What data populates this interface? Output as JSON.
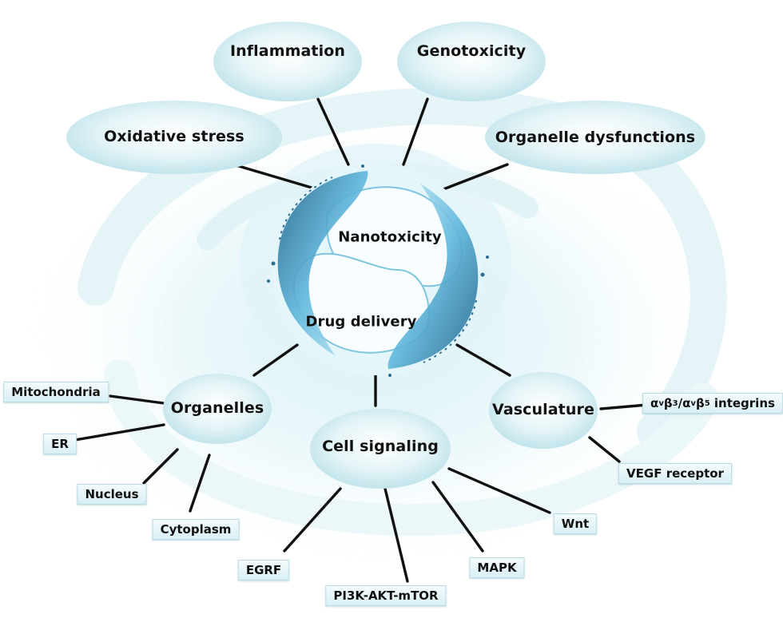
{
  "colors": {
    "bubble": "#d8eef3",
    "swirl": "#e6f5f8",
    "line": "#111111",
    "water_dark": "#2a6f96",
    "water_light": "#8fd0e8"
  },
  "center": {
    "top_label": "Nanotoxicity",
    "bottom_label": "Drug delivery"
  },
  "toxicity_bubbles": [
    {
      "id": "inflammation",
      "label": "Inflammation"
    },
    {
      "id": "genotoxicity",
      "label": "Genotoxicity"
    },
    {
      "id": "oxidative",
      "label": "Oxidative stress"
    },
    {
      "id": "organelle-dysfunctions",
      "label": "Organelle dysfunctions"
    }
  ],
  "delivery_bubbles": [
    {
      "id": "organelles",
      "label": "Organelles"
    },
    {
      "id": "cell-signaling",
      "label": "Cell signaling"
    },
    {
      "id": "vasculature",
      "label": "Vasculature"
    }
  ],
  "organelle_boxes": [
    "Mitochondria",
    "ER",
    "Nucleus",
    "Cytoplasm"
  ],
  "signaling_boxes": [
    "EGRF",
    "PI3K-AKT-mTOR",
    "MAPK",
    "Wnt"
  ],
  "vasculature_boxes": {
    "integrin": {
      "alpha": "α",
      "beta": "β",
      "sub_v": "v",
      "sub_3": "3",
      "sub_5": "5",
      "slash": "/",
      "suffix": " integrins"
    },
    "vegf": "VEGF receptor"
  }
}
